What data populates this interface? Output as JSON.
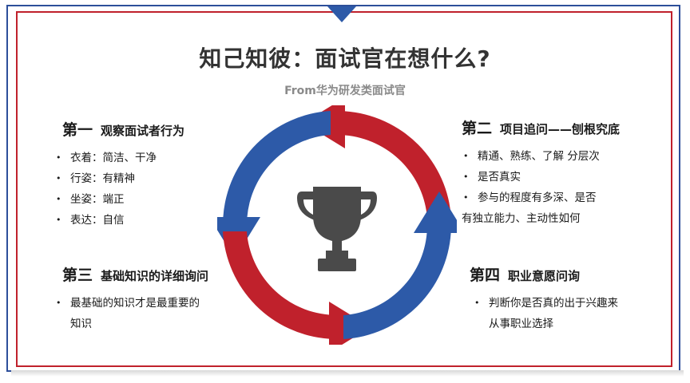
{
  "title": "知己知彼：面试官在想什么?",
  "subtitle": "From华为研发类面试官",
  "colors": {
    "blue": "#2d5aa8",
    "red": "#c0212c",
    "trophy": "#4a4a4a",
    "frame_blue": "#2d4f9a"
  },
  "sections": {
    "first": {
      "num": "第一",
      "name": "观察面试者行为",
      "items": [
        "衣着：简洁、干净",
        "行姿：有精神",
        "坐姿：端正",
        "表达：自信"
      ]
    },
    "second": {
      "num": "第二",
      "name": "项目追问——刨根究底",
      "items": [
        "精通、熟练、了解 分层次",
        "是否真实",
        "参与的程度有多深、是否"
      ],
      "continuation": "有独立能力、主动性如何"
    },
    "third": {
      "num": "第三",
      "name": "基础知识的详细询问",
      "items": [
        "最基础的知识才是最重要的"
      ],
      "continuation": "知识"
    },
    "fourth": {
      "num": "第四",
      "name": "职业意愿问询",
      "items": [
        "判断你是否真的出于兴趣来"
      ],
      "continuation": "从事职业选择"
    }
  },
  "icons": {
    "center": "trophy-icon",
    "cycle": "cycle-arrows-icon"
  }
}
